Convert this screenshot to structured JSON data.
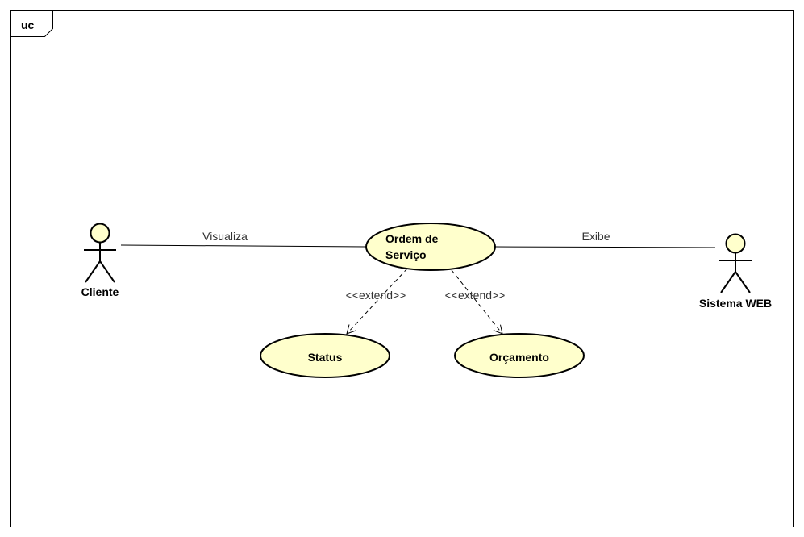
{
  "diagram": {
    "frame_label": "uc",
    "colors": {
      "use_case_fill": "#FFFFCC",
      "actor_head_fill": "#FFFFCC",
      "stroke": "#000000",
      "edge_label": "#333333"
    },
    "actors": {
      "cliente": {
        "name": "Cliente",
        "icon": "stick-figure-icon"
      },
      "sistema_web": {
        "name": "Sistema WEB",
        "icon": "stick-figure-icon"
      }
    },
    "use_cases": {
      "ordem_de_servico": {
        "line1": "Ordem de",
        "line2": "Serviço"
      },
      "status": {
        "name": "Status"
      },
      "orcamento": {
        "name": "Orçamento"
      }
    },
    "associations": {
      "visualiza": {
        "label": "Visualiza",
        "from": "Cliente",
        "to": "Ordem de Serviço"
      },
      "exibe": {
        "label": "Exibe",
        "from": "Sistema WEB",
        "to": "Ordem de Serviço"
      }
    },
    "extends": {
      "status": {
        "label": "<<extend>>",
        "from": "Ordem de Serviço",
        "to": "Status"
      },
      "orcamento": {
        "label": "<<extend>>",
        "from": "Ordem de Serviço",
        "to": "Orçamento"
      }
    }
  }
}
